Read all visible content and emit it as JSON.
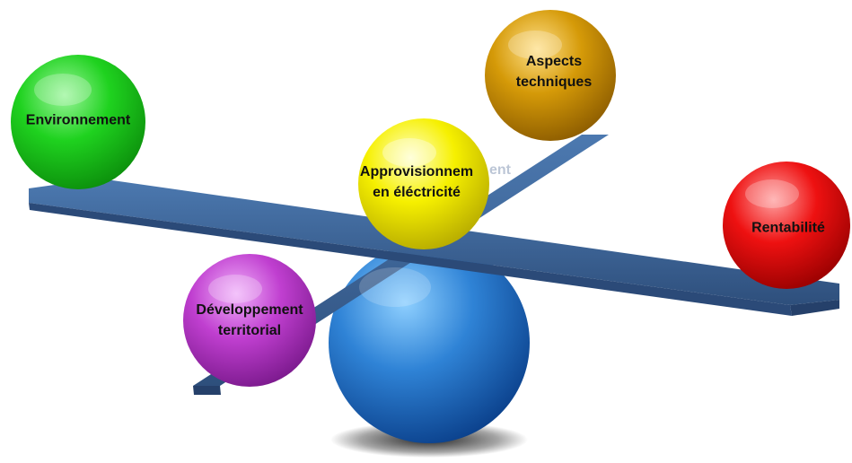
{
  "spheres": {
    "environnement": {
      "label": "Environnement",
      "color": "#1fd21f"
    },
    "aspects": {
      "line1": "Aspects",
      "line2": "techniques",
      "color": "#d59a08"
    },
    "approvisionnement": {
      "line1": "Approvisionnem",
      "line2": "en éléctricité",
      "color": "#f6f000"
    },
    "approvisionnement_overflow": "ent",
    "rentabilite": {
      "label": "Rentabilité",
      "color": "#ee1111"
    },
    "developpement": {
      "line1": "Développement",
      "line2": "territorial",
      "color": "#c03fd0"
    }
  },
  "colors": {
    "plank": "#3d6496",
    "fulcrum": "#2f83d6"
  }
}
